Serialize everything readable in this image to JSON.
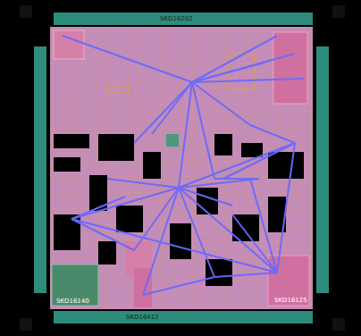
{
  "diagram": {
    "labels": [
      "SKD16202",
      "SKD16412",
      "SKD16140",
      "SKD16125"
    ]
  }
}
